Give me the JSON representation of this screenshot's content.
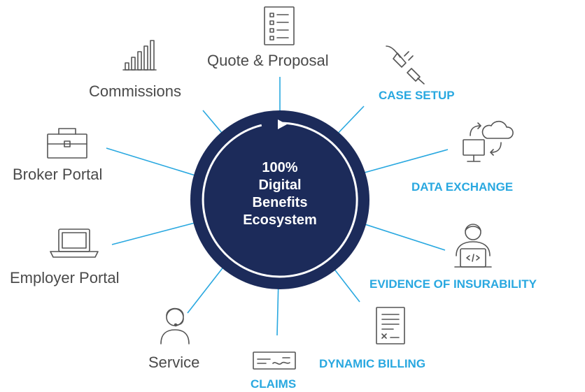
{
  "center": {
    "line1": "100%",
    "line2": "Digital",
    "line3": "Benefits",
    "line4": "Ecosystem"
  },
  "colors": {
    "hub": "#1c2b5a",
    "accent": "#29a8e0",
    "label": "#4a4a4a",
    "icon": "#555555"
  },
  "nodes": [
    {
      "label": "Quote & Proposal",
      "icon": "checklist-icon",
      "style": "dark"
    },
    {
      "label": "CASE SETUP",
      "icon": "plug-icon",
      "style": "accent"
    },
    {
      "label": "DATA EXCHANGE",
      "icon": "cloud-computer-sync-icon",
      "style": "accent"
    },
    {
      "label": "EVIDENCE OF INSURABILITY",
      "icon": "person-laptop-icon",
      "style": "accent"
    },
    {
      "label": "DYNAMIC BILLING",
      "icon": "invoice-icon",
      "style": "accent"
    },
    {
      "label": "CLAIMS",
      "icon": "check-payment-icon",
      "style": "accent"
    },
    {
      "label": "Service",
      "icon": "headset-icon",
      "style": "dark"
    },
    {
      "label": "Employer Portal",
      "icon": "laptop-icon",
      "style": "dark"
    },
    {
      "label": "Broker Portal",
      "icon": "briefcase-icon",
      "style": "dark"
    },
    {
      "label": "Commissions",
      "icon": "bar-chart-icon",
      "style": "dark"
    }
  ]
}
